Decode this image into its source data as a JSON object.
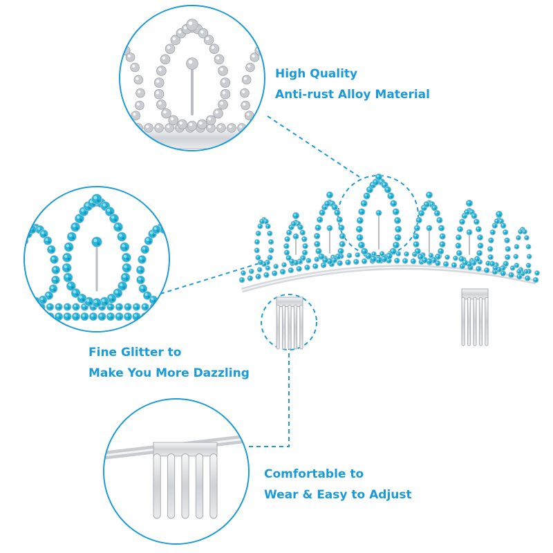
{
  "theme": {
    "accent": "#1a9ad6",
    "stone_color": "#25b5d8",
    "stone_dark": "#0f86ad",
    "silver": "#c9ccd0",
    "silver_light": "#eef0f2",
    "circle_stroke": "#1a9ad6"
  },
  "callouts": {
    "quality": {
      "line1": "High Quality",
      "line2": "Anti-rust Alloy Material"
    },
    "glitter": {
      "line1": "Fine Glitter to",
      "line2": "Make You More Dazzling"
    },
    "comb": {
      "line1": "Comfortable to",
      "line2": "Wear & Easy to Adjust"
    }
  }
}
